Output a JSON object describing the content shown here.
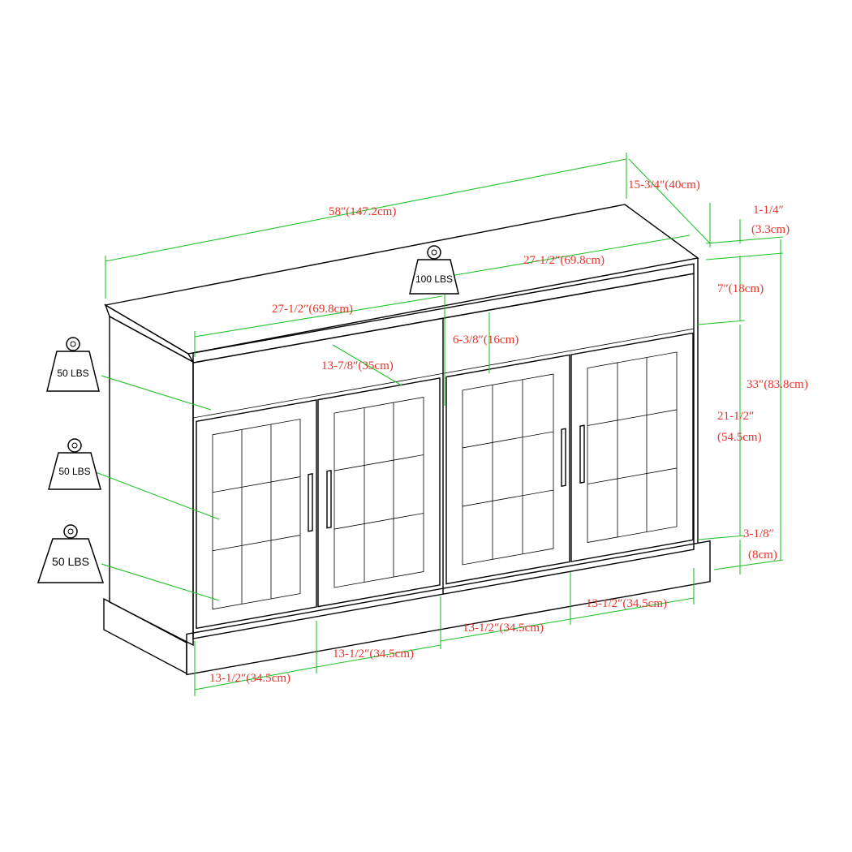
{
  "colors": {
    "dimension_line": "#22c22a",
    "dimension_text": "#e8322a",
    "outline": "#000000"
  },
  "dimensions": {
    "width": "58″(147.2cm)",
    "depth": "15-3/4″(40cm)",
    "top_thickness_a": "1-1/4″",
    "top_thickness_b": "(3.3cm)",
    "shelf_width_right": "27-1/2″(69.8cm)",
    "shelf_width_left": "27-1/2″(69.8cm)",
    "opening_height": "7″(18cm)",
    "shelf_clearance": "6-3/8″(16cm)",
    "shelf_depth": "13-7/8″(35cm)",
    "total_height": "33″(83.8cm)",
    "door_height_a": "21-1/2″",
    "door_height_b": "(54.5cm)",
    "base_height_a": "3-1/8″",
    "base_height_b": "(8cm)",
    "door_width_1": "13-1/2″(34.5cm)",
    "door_width_2": "13-1/2″(34.5cm)",
    "door_width_3": "13-1/2″(34.5cm)",
    "door_width_4": "13-1/2″(34.5cm)"
  },
  "weights": {
    "top": "100 LBS",
    "shelf": "50 LBS",
    "middle_shelf": "50 LBS",
    "bottom_shelf": "50 LBS"
  }
}
